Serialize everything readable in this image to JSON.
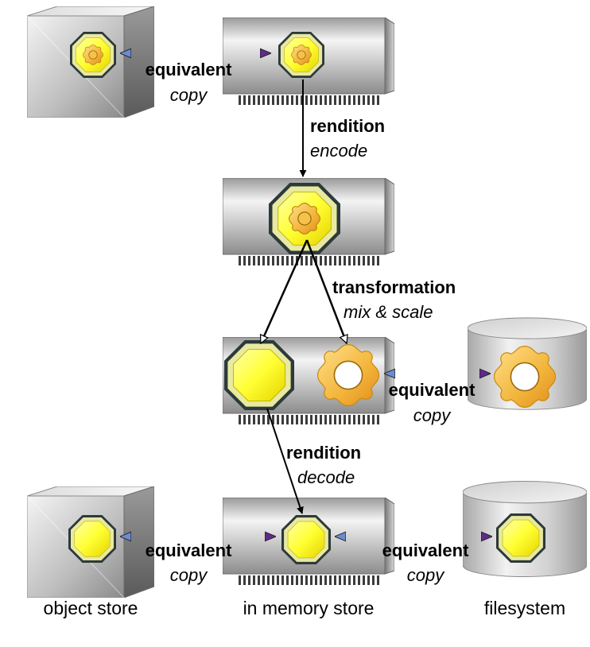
{
  "links": {
    "top_equiv": {
      "kind": "equivalent",
      "detail": "copy"
    },
    "encode": {
      "kind": "rendition",
      "detail": "encode"
    },
    "transform": {
      "kind": "transformation",
      "detail": "mix & scale"
    },
    "fs_equiv_mid": {
      "kind": "equivalent",
      "detail": "copy"
    },
    "decode": {
      "kind": "rendition",
      "detail": "decode"
    },
    "bottom_left_equiv": {
      "kind": "equivalent",
      "detail": "copy"
    },
    "bottom_right_equiv": {
      "kind": "equivalent",
      "detail": "copy"
    }
  },
  "stores": {
    "object_store": "object store",
    "memory_store": "in memory store",
    "filesystem": "filesystem"
  },
  "colors": {
    "octagon_fill": "#ffff33",
    "flower_fill": "#f2b43a",
    "arrow_equiv_start": "#6a8cd2",
    "arrow_equiv_end": "#5e2a8c"
  }
}
